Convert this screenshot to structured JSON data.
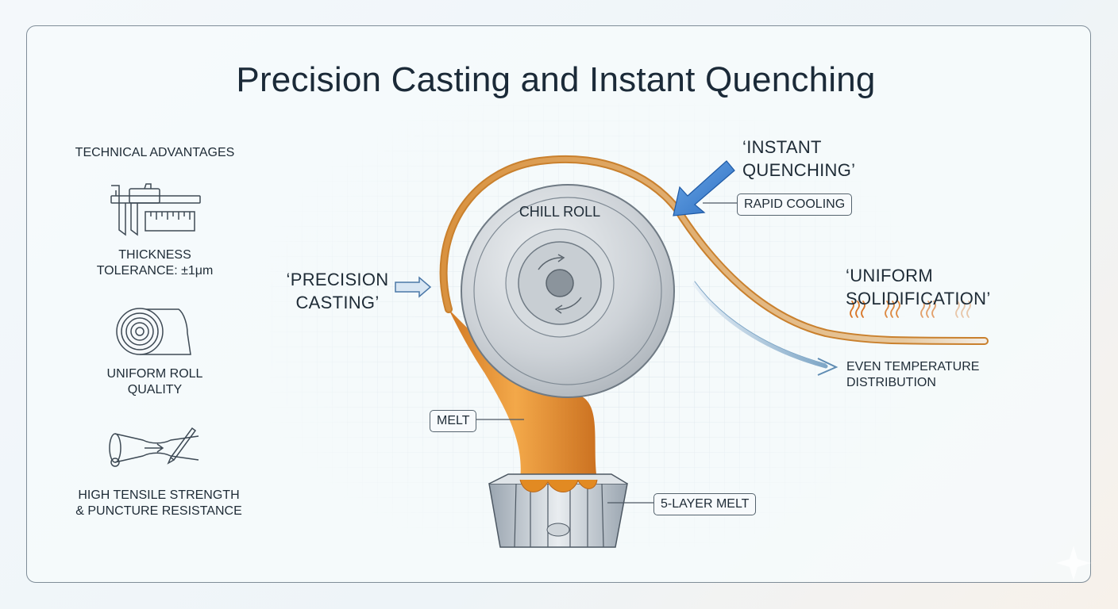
{
  "title": "Precision Casting and Instant Quenching",
  "sidebar": {
    "heading": "TECHNICAL ADVANTAGES",
    "items": [
      {
        "icon": "caliper-icon",
        "label_line1": "THICKNESS",
        "label_line2": "TOLERANCE: ±1μm"
      },
      {
        "icon": "film-roll-icon",
        "label_line1": "UNIFORM ROLL",
        "label_line2": "QUALITY"
      },
      {
        "icon": "stretched-film-icon",
        "label_line1": "HIGH TENSILE STRENGTH",
        "label_line2": "& PUNCTURE RESISTANCE"
      }
    ]
  },
  "diagram": {
    "chill_roll_label": "CHILL ROLL",
    "casting_label_line1": "‘PRECISION",
    "casting_label_line2": "CASTING’",
    "quenching_label_line1": "‘INSTANT",
    "quenching_label_line2": "QUENCHING’",
    "rapid_cooling_label": "RAPID COOLING",
    "solidification_label_line1": "‘UNIFORM",
    "solidification_label_line2": "SOLIDIFICATION’",
    "even_temp_line1": "EVEN TEMPERATURE",
    "even_temp_line2": "DISTRIBUTION",
    "melt_label": "MELT",
    "die_label": "5-LAYER MELT"
  },
  "colors": {
    "film": "#d9923f",
    "melt": "#e28a22",
    "quench_arrow": "#3d7fcf",
    "roll": "#c9ced3"
  }
}
